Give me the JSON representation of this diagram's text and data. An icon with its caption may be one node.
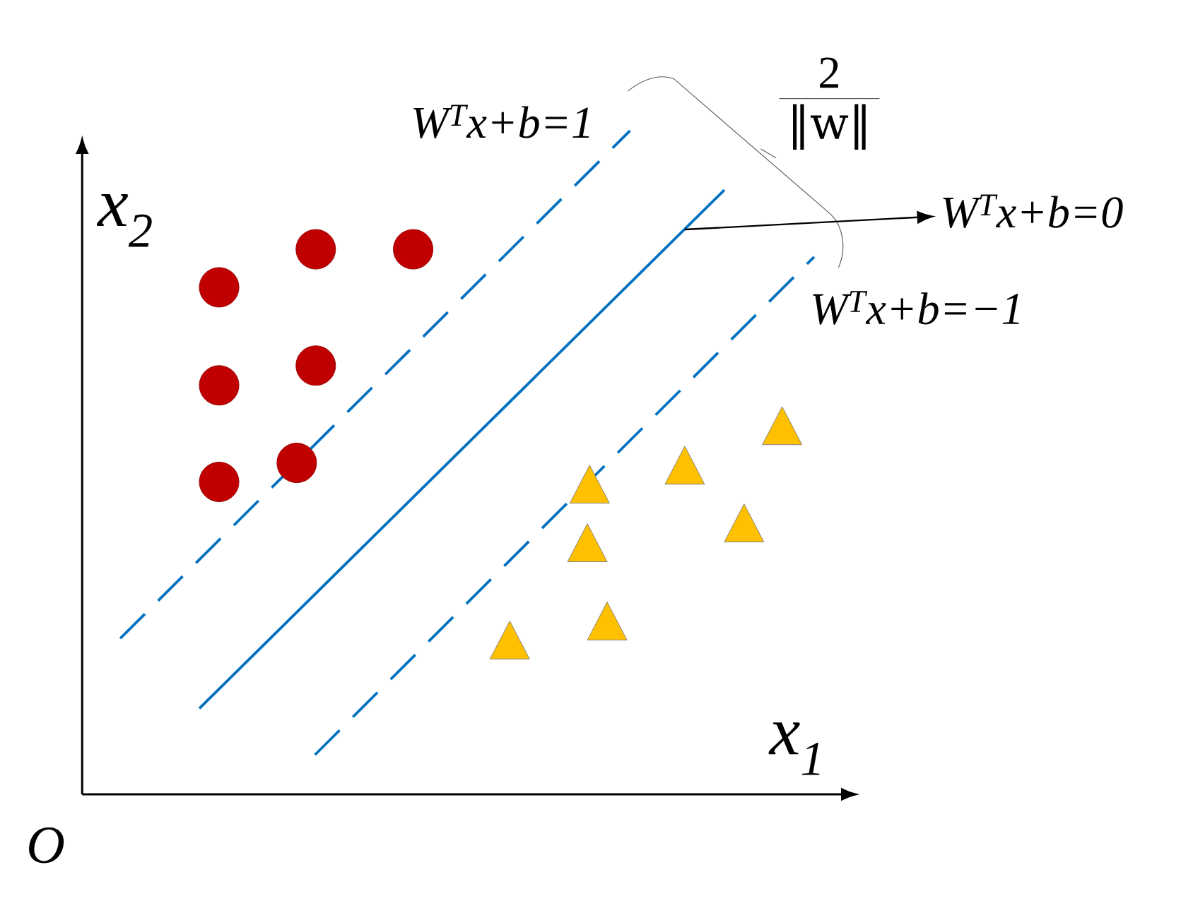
{
  "diagram": {
    "nodes": [
      {
        "text": [
          "2",
          "‖w‖"
        ]
      },
      {
        "text": [
          "W$^{T}$x+b=0"
        ]
      },
      {
        "text": [],
        "shape": "line"
      }
    ],
    "edges": [
      {
        "from": 2,
        "to": 1,
        "arrow": "to"
      },
      {
        "from": 0,
        "to": null,
        "arrow": "none"
      }
    ],
    "labels": [
      "W$^{T}$x+b=1",
      "x$_{2}$",
      "W$^{T}$x+b=−1",
      "x$_{1}$",
      "O"
    ]
  }
}
